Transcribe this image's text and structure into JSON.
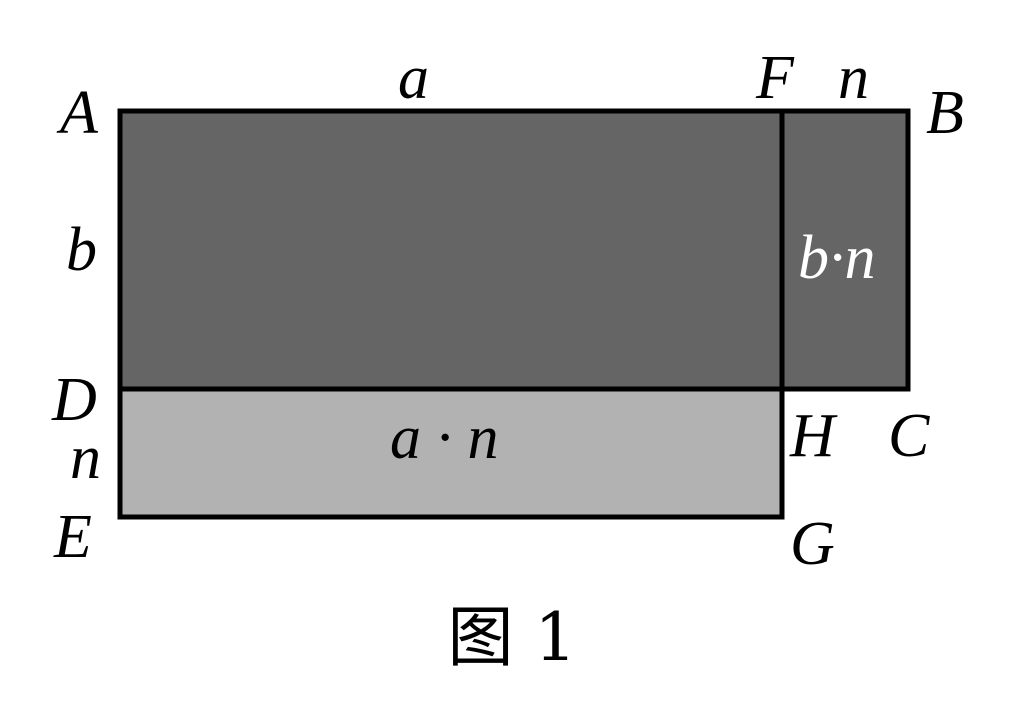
{
  "figure": {
    "caption": "图 1",
    "colors": {
      "dark_region": "#656565",
      "light_region": "#b2b2b2",
      "outline": "#000000",
      "background": "#ffffff"
    },
    "points": {
      "A": "A",
      "B": "B",
      "C": "C",
      "D": "D",
      "E": "E",
      "F": "F",
      "G": "G",
      "H": "H"
    },
    "sides": {
      "top_a": "a",
      "top_n": "n",
      "left_b": "b",
      "left_n": "n"
    },
    "areas": {
      "right_strip": "b·n",
      "bottom_strip": "a · n"
    }
  }
}
